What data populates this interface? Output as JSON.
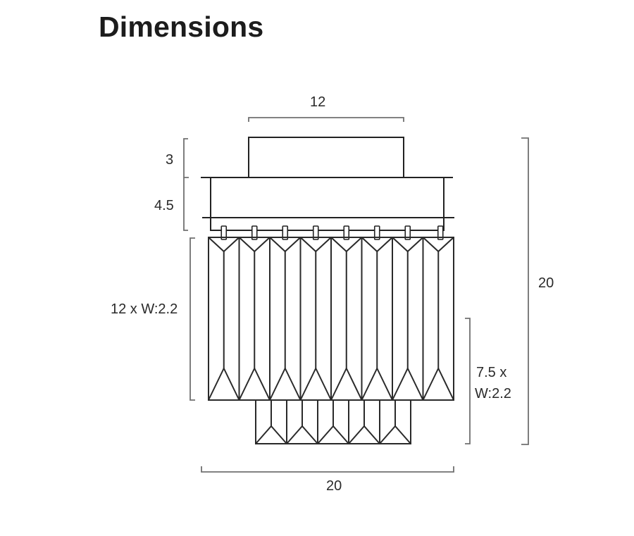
{
  "page": {
    "title": "Dimensions"
  },
  "colors": {
    "line": "#222222",
    "dimension_line": "#6a6a6a",
    "text": "#2a2a2a",
    "title": "#1c1c1c",
    "background": "#ffffff"
  },
  "dimensions": {
    "canopy_width": "12",
    "canopy_height": "3",
    "body_height": "4.5",
    "upper_crystals": "12 x W:2.2",
    "lower_crystals_line1": "7.5 x",
    "lower_crystals_line2": "W:2.2",
    "total_height": "20",
    "total_width": "20"
  },
  "drawing": {
    "upper_crystal_count": 8,
    "lower_crystal_count": 5,
    "clip_count": 8
  }
}
